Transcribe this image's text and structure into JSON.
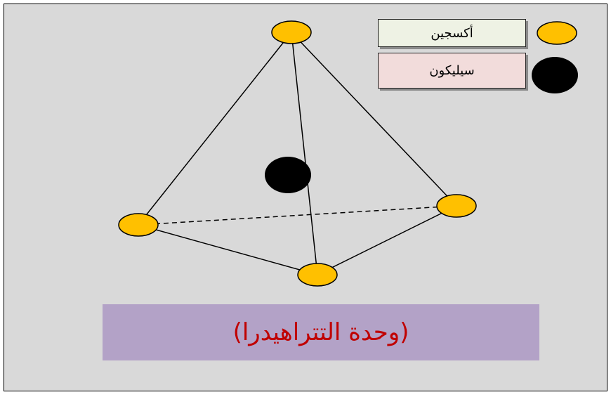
{
  "diagram": {
    "legend": {
      "oxygen_label": "أكسجين",
      "silicon_label": "سيليكون"
    },
    "caption": "(وحدة التتراهيدرا)"
  },
  "colors": {
    "background": "#d9d9d9",
    "oxygen_atom": "#ffc000",
    "silicon_atom": "#000000",
    "caption_bg": "#b3a2c7",
    "caption_text": "#c00000",
    "legend_oxygen_bg": "#eef2e4",
    "legend_silicon_bg": "#f2dcdb"
  }
}
